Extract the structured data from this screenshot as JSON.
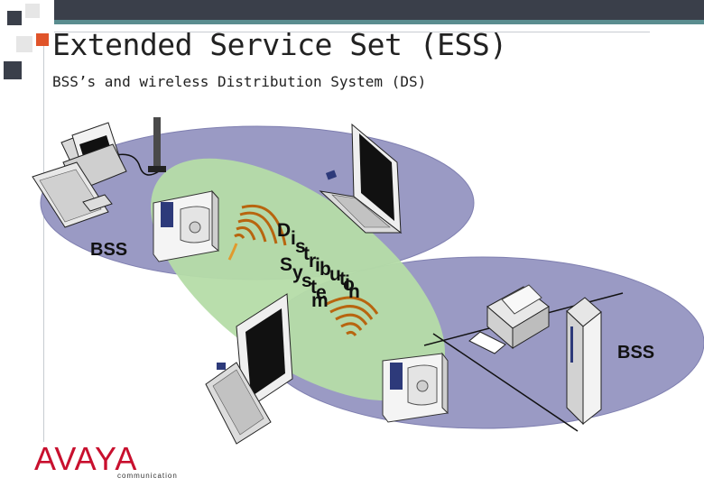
{
  "slide": {
    "title": "Extended Service Set (ESS)",
    "subtitle": "BSS’s and wireless Distribution System (DS)"
  },
  "diagram": {
    "bss_left_label": "BSS",
    "bss_right_label": "BSS",
    "ds_letters": [
      "D",
      "i",
      "s",
      "t",
      "r",
      "i",
      "b",
      "u",
      "t",
      "i",
      "o",
      "n",
      "S",
      "y",
      "s",
      "t",
      "e",
      "m"
    ]
  },
  "logo": {
    "text": "AVAYA",
    "subtext": "communication"
  },
  "colors": {
    "bss_fill": "#9a9ac4",
    "ds_fill": "#b5dca8",
    "logo_red": "#c8102e",
    "wave": "#b8650f"
  }
}
